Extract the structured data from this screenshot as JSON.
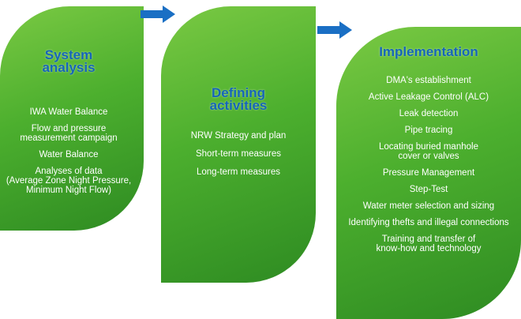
{
  "stages": [
    {
      "title": "System\nanalysis",
      "items": [
        "IWA Water Balance",
        "Flow and pressure\nmeasurement campaign",
        "Water Balance",
        "Analyses of data\n(Average Zone Night Pressure,\nMinimum Night Flow)"
      ]
    },
    {
      "title": "Defining\nactivities",
      "items": [
        "NRW Strategy and plan",
        "Short-term measures",
        "Long-term measures"
      ]
    },
    {
      "title": "Implementation",
      "items": [
        "DMA's establishment",
        "Active Leakage Control (ALC)",
        "Leak detection",
        "Pipe tracing",
        "Locating buried manhole\ncover or valves",
        "Pressure Management",
        "Step-Test",
        "Water meter selection and sizing",
        "Identifying thefts and illegal connections",
        "Training and transfer of\nknow-how and technology"
      ]
    }
  ],
  "colors": {
    "leaf_light": "#7ac943",
    "leaf_dark": "#2e8b22",
    "title": "#1565b8",
    "arrow": "#1a6fc4"
  },
  "icons": {
    "arrow": "right-arrow-icon"
  }
}
